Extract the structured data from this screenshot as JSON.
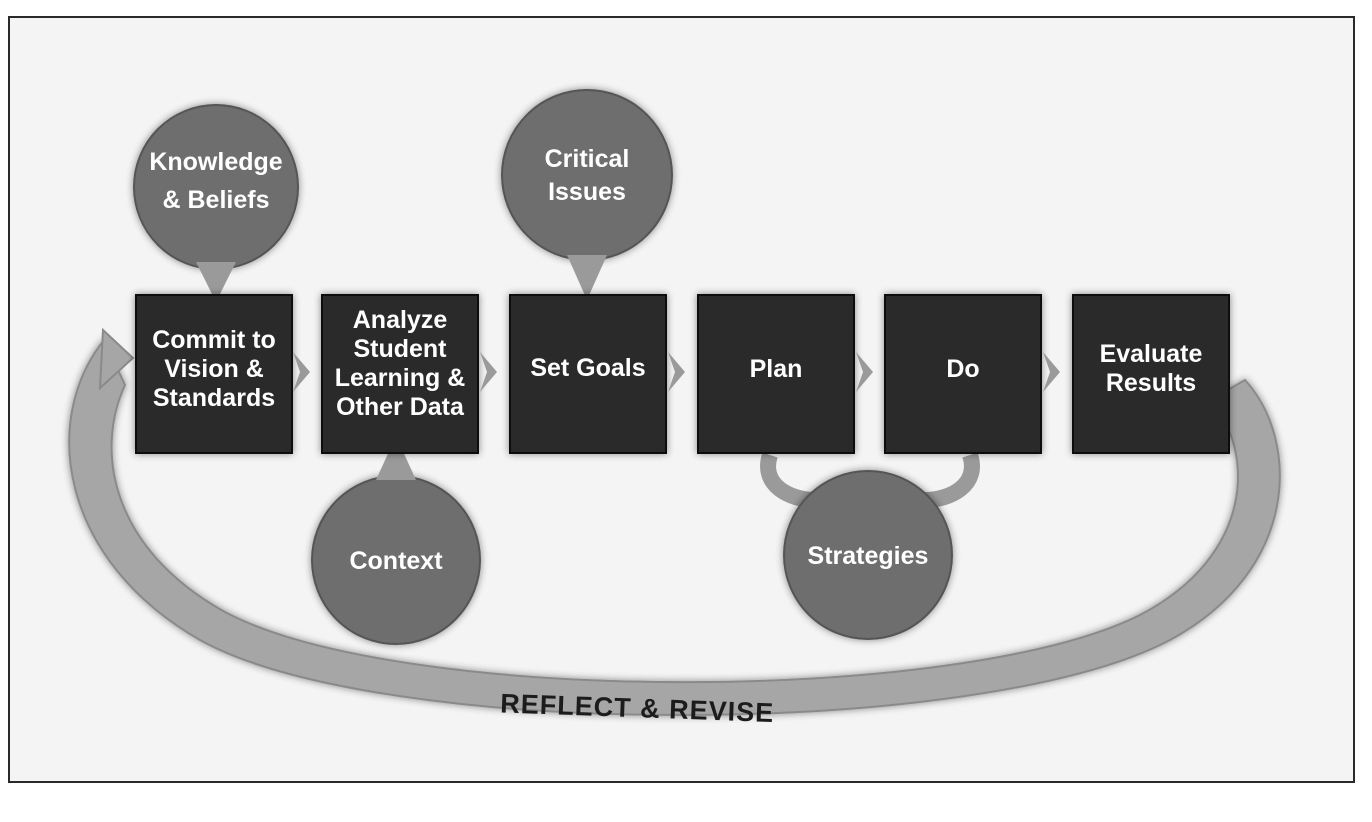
{
  "steps": [
    {
      "lines": [
        "Commit to",
        "Vision &",
        "Standards"
      ]
    },
    {
      "lines": [
        "Analyze",
        "Student",
        "Learning &",
        "Other Data"
      ]
    },
    {
      "lines": [
        "Set Goals"
      ]
    },
    {
      "lines": [
        "Plan"
      ]
    },
    {
      "lines": [
        "Do"
      ]
    },
    {
      "lines": [
        "Evaluate",
        "Results"
      ]
    }
  ],
  "inputs": [
    {
      "lines": [
        "Knowledge",
        "& Beliefs"
      ]
    },
    {
      "lines": [
        "Critical",
        "Issues"
      ]
    },
    {
      "lines": [
        "Context"
      ]
    },
    {
      "lines": [
        "Strategies"
      ]
    }
  ],
  "loop_label": "REFLECT & REVISE",
  "colors": {
    "box": "#2a2a2a",
    "circle": "#6e6e6e",
    "arc": "#a6a6a6",
    "arrow": "#9a9a9a",
    "frame": "#2a2a2a",
    "background": "#f4f4f4"
  }
}
